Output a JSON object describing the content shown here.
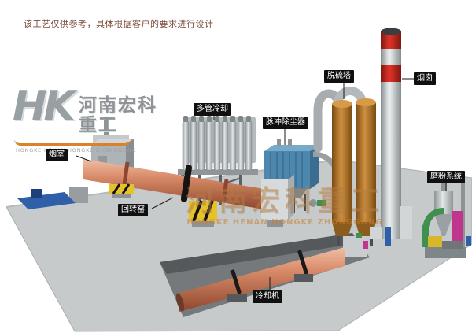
{
  "header": {
    "disclaimer": "该工艺仅供参考，具体根据客户的要求进行设计"
  },
  "brand": {
    "monogram": "HK",
    "name_cn": "河南宏科重工",
    "name_en": "HONGKE HENAN HONGKE ZHONGGONG"
  },
  "watermark": {
    "name_cn": "河南宏科重工",
    "name_en": "HONGKE HENAN HONGKE ZHONGGONG"
  },
  "equipment_labels": {
    "smoke_chamber": "烟室",
    "rotary_kiln": "回转窑",
    "multi_tube_cooler": "多管冷却",
    "pulse_dust_collector": "脉冲除尘器",
    "desulfurization_tower": "脱硫塔",
    "chimney": "烟囱",
    "grinding_system": "磨粉系统",
    "cooling_machine": "冷却机"
  },
  "colors": {
    "kiln_shell": "#c97b5a",
    "dust_collector_blue": "#4e87ad",
    "tower_orange": "#b47a2b",
    "chimney_red": "#c2281e",
    "hazard_yellow": "#e6c229",
    "platform_gray": "#c6cacb",
    "pit_gray": "#75797c",
    "accent_orange": "#d9822b",
    "pad_blue": "#2f5fa8",
    "pipe_green": "#3f8f4f",
    "mill_magenta": "#c0368c",
    "duct_yellow": "#d8b62a"
  }
}
